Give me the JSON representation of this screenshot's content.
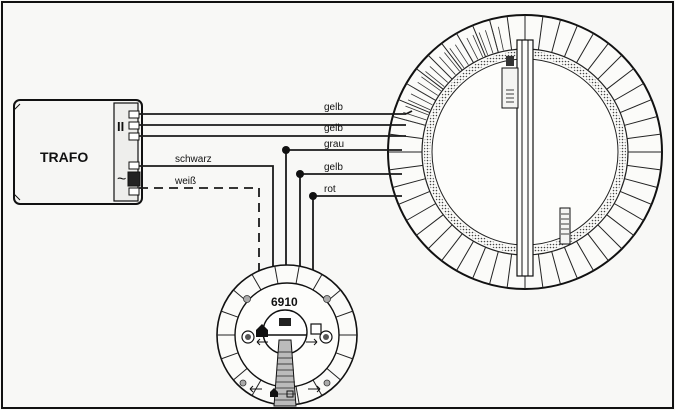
{
  "diagram": {
    "transformer_label": "TRAFO",
    "transformer_dc_symbol": "II",
    "transformer_ac_symbol": "~",
    "controller_model": "6910",
    "wires": [
      {
        "label": "gelb",
        "color": "#333333"
      },
      {
        "label": "gelb",
        "color": "#333333"
      },
      {
        "label": "grau",
        "color": "#333333"
      },
      {
        "label": "gelb",
        "color": "#333333"
      },
      {
        "label": "rot",
        "color": "#333333"
      },
      {
        "label": "schwarz",
        "color": "#333333"
      },
      {
        "label": "weiß",
        "color": "#333333"
      }
    ]
  }
}
